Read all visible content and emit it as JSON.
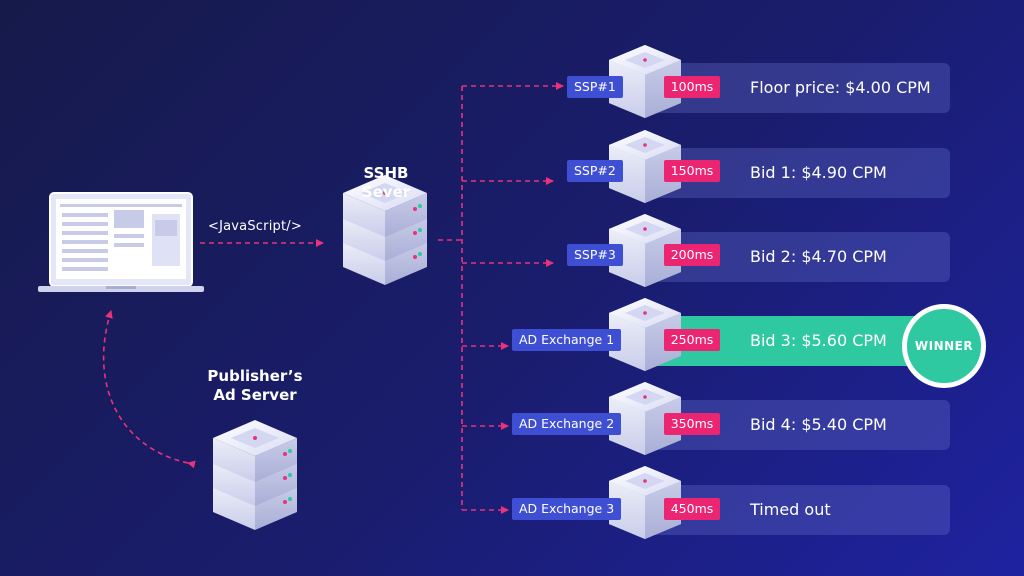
{
  "labels": {
    "js_tag": "<JavaScript/>",
    "sshb_line1": "SSHB",
    "sshb_line2": "Sever",
    "publisher_line1": "Publisher’s",
    "publisher_line2": "Ad Server",
    "winner_badge": "WINNER"
  },
  "rows": [
    {
      "name": "SSP#1",
      "latency": "100ms",
      "result": "Floor price: $4.00 CPM",
      "winner": false
    },
    {
      "name": "SSP#2",
      "latency": "150ms",
      "result": "Bid 1: $4.90 CPM",
      "winner": false
    },
    {
      "name": "SSP#3",
      "latency": "200ms",
      "result": "Bid 2: $4.70 CPM",
      "winner": false
    },
    {
      "name": "AD Exchange 1",
      "latency": "250ms",
      "result": "Bid 3: $5.60 CPM",
      "winner": true
    },
    {
      "name": "AD Exchange 2",
      "latency": "350ms",
      "result": "Bid 4: $5.40 CPM",
      "winner": false
    },
    {
      "name": "AD Exchange 3",
      "latency": "450ms",
      "result": "Timed out",
      "winner": false
    }
  ],
  "colors": {
    "background": "#1a1d6e",
    "connector": "#e8327c",
    "ssp_tag": "#3f4fd3",
    "latency_tag": "#ec2573",
    "winner": "#2ec9a0",
    "row_bar": "#4a50b0"
  },
  "icons": {
    "laptop": "laptop-icon",
    "server": "server-stack-icon",
    "ssp_server": "server-cube-icon"
  }
}
